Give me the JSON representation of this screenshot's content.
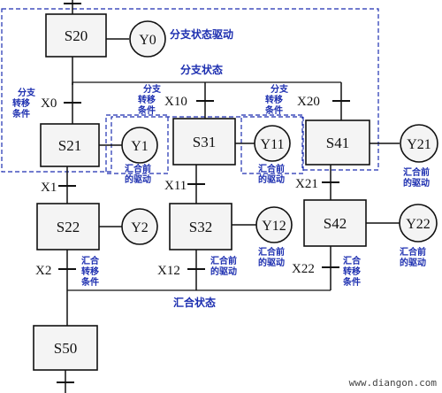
{
  "steps": {
    "s20": "S20",
    "s21": "S21",
    "s31": "S31",
    "s41": "S41",
    "s22": "S22",
    "s32": "S32",
    "s42": "S42",
    "s50": "S50"
  },
  "outputs": {
    "y0": "Y0",
    "y1": "Y1",
    "y11": "Y11",
    "y21": "Y21",
    "y2": "Y2",
    "y12": "Y12",
    "y22": "Y22"
  },
  "conditions": {
    "x0": "X0",
    "x10": "X10",
    "x20": "X20",
    "x1": "X1",
    "x11": "X11",
    "x21": "X21",
    "x2": "X2",
    "x12": "X12",
    "x22": "X22"
  },
  "notes": {
    "branch_state_drive": "分支状态驱动",
    "branch_state": "分支状态",
    "merge_state": "汇合状态",
    "branch_transfer": [
      "分支",
      "转移",
      "条件"
    ],
    "pre_merge_drive": [
      "汇合前",
      "的驱动"
    ],
    "merge_transfer": [
      "汇合",
      "转移",
      "条件"
    ]
  },
  "watermark": "www.diangon.com"
}
